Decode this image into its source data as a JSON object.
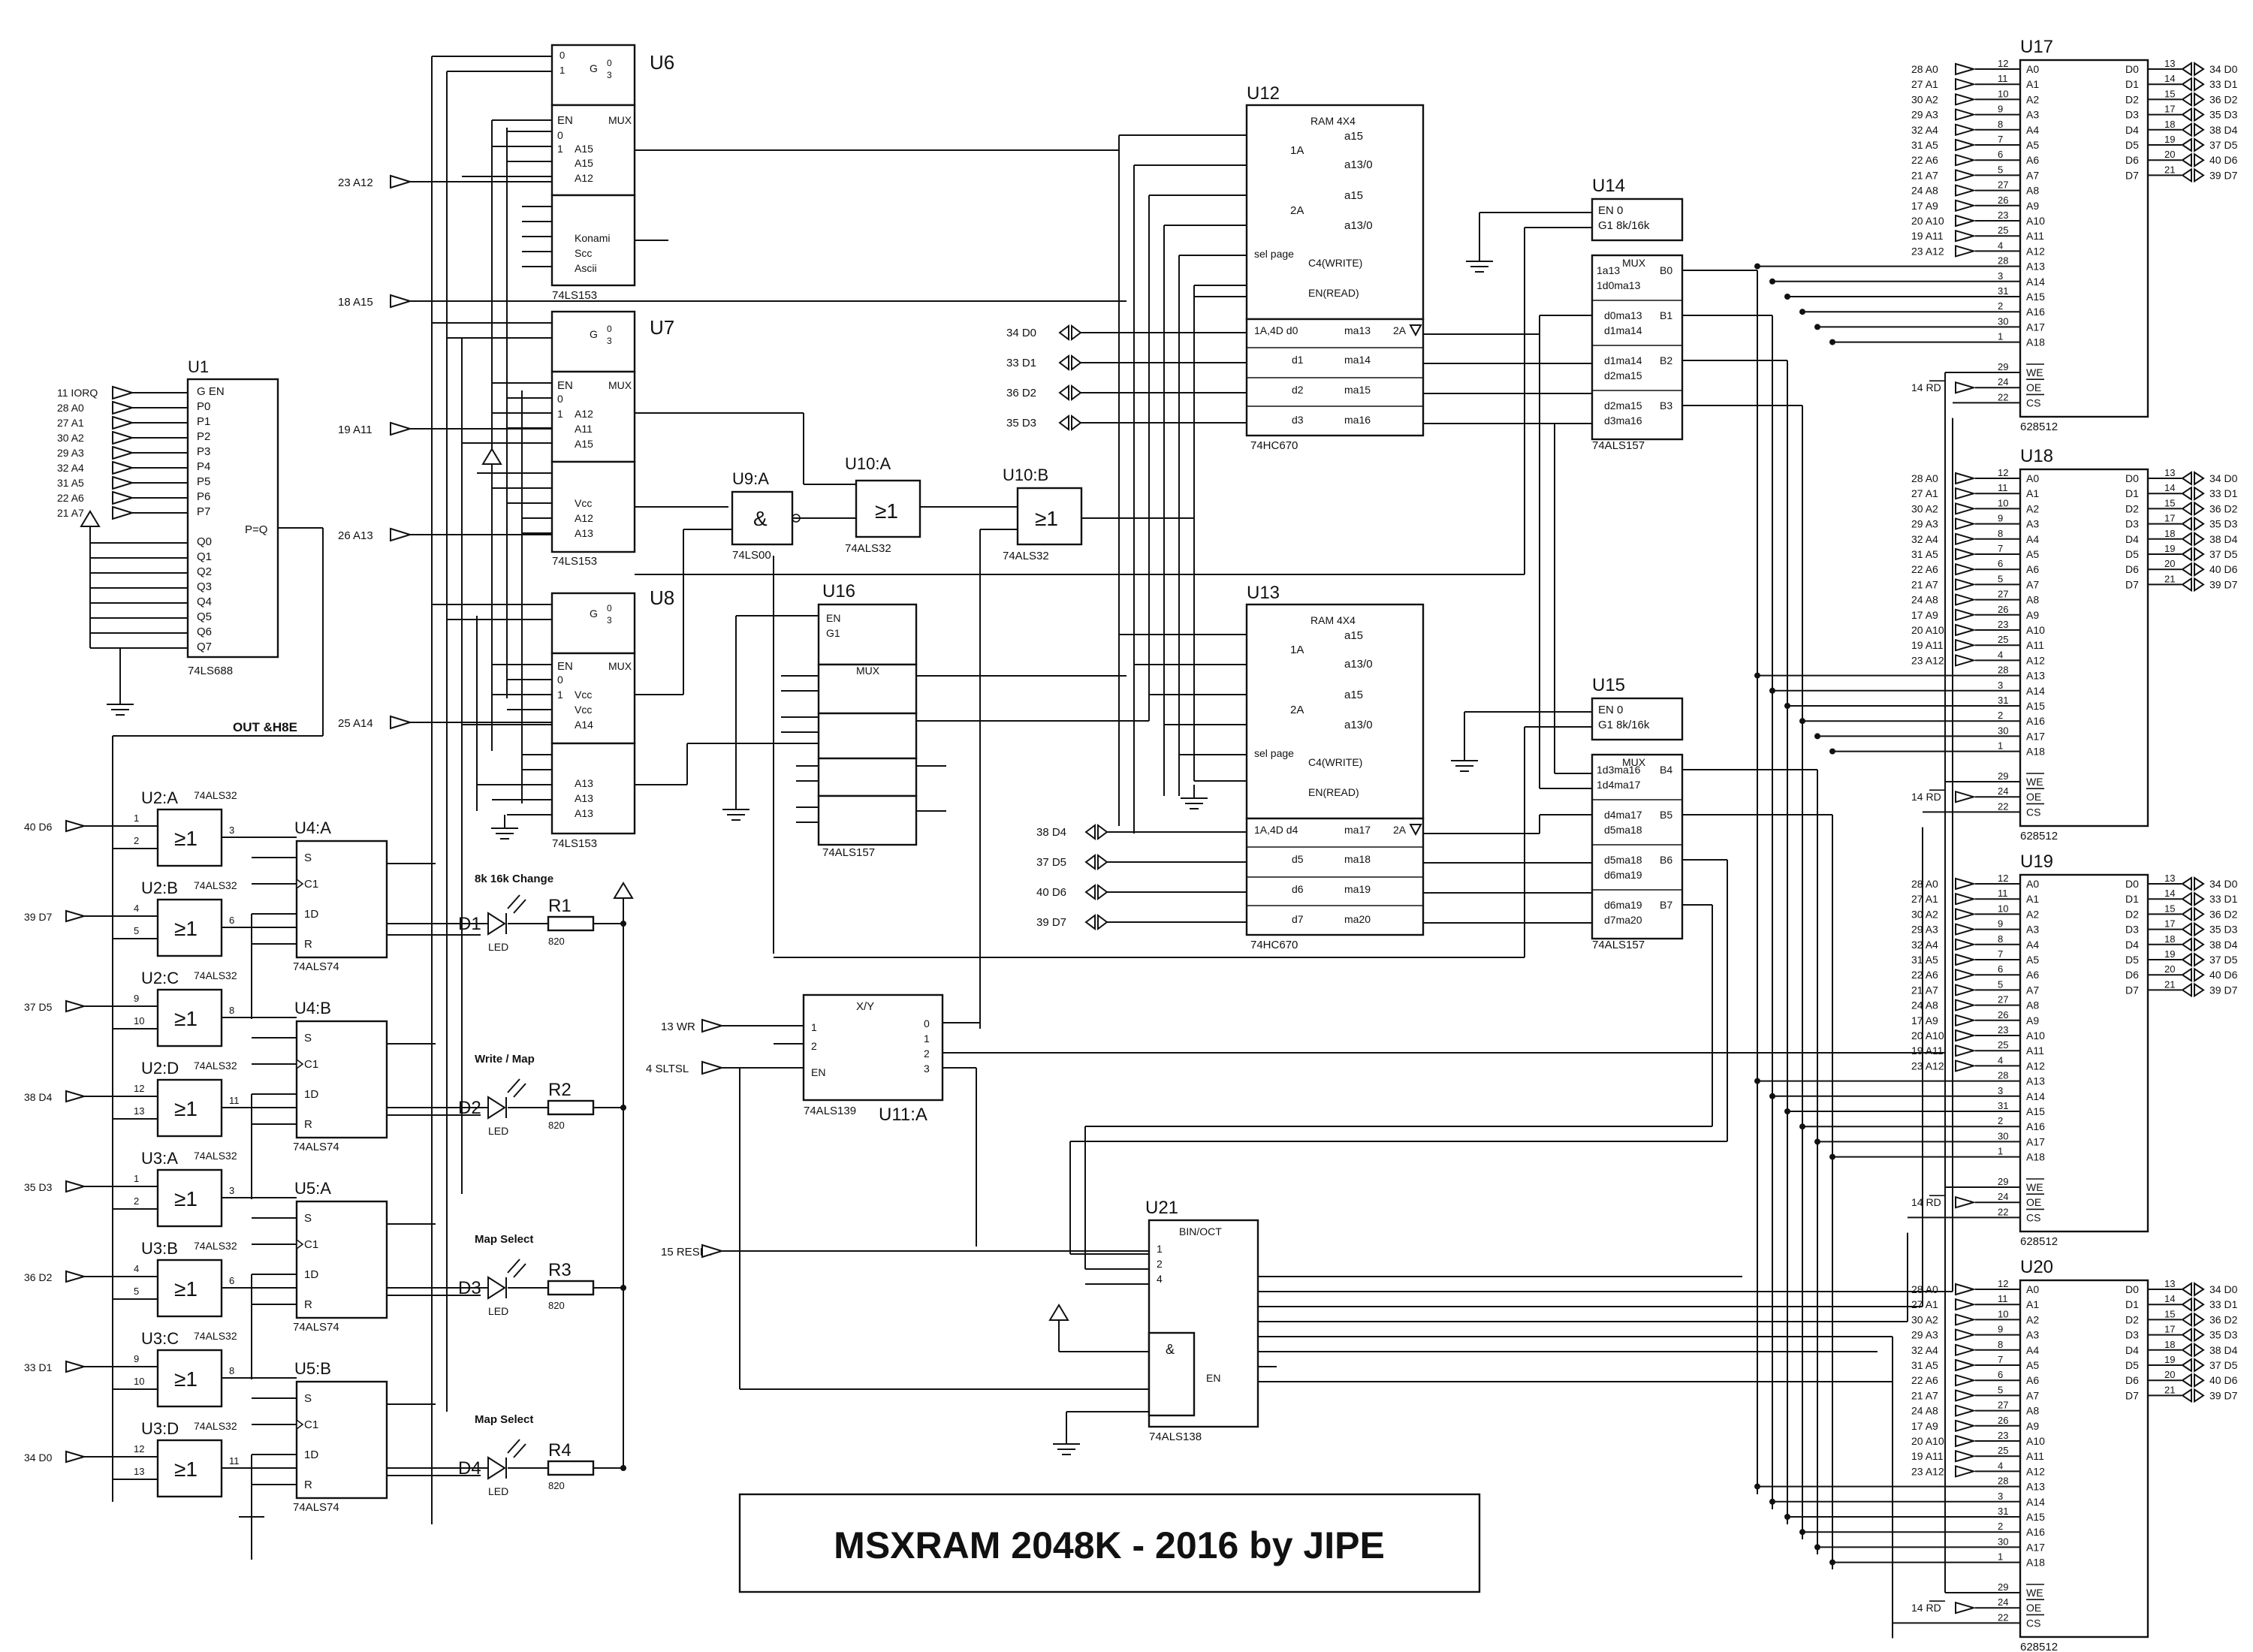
{
  "title": "MSXRAM 2048K - 2016 by JIPE",
  "chips": {
    "U1": {
      "ref": "U1",
      "type": "74LS688",
      "pins_left": [
        "G EN",
        "P0",
        "P1",
        "P2",
        "P3",
        "P4",
        "P5",
        "P6",
        "P7",
        "Q0",
        "Q1",
        "Q2",
        "Q3",
        "Q4",
        "Q5",
        "Q6",
        "Q7"
      ],
      "out": "P=Q"
    },
    "U6": {
      "ref": "U6",
      "type": "74LS153",
      "inner": [
        "EN",
        "MUX",
        "0",
        "1",
        "A15",
        "A15",
        "A12",
        "Konami",
        "Scc",
        "Ascii"
      ]
    },
    "U7": {
      "ref": "U7",
      "type": "74LS153",
      "inner": [
        "EN",
        "MUX",
        "0",
        "1",
        "A12",
        "A11",
        "A15",
        "Vcc",
        "A12",
        "A13"
      ]
    },
    "U8": {
      "ref": "U8",
      "type": "74LS153",
      "inner": [
        "EN",
        "MUX",
        "0",
        "1",
        "Vcc",
        "Vcc",
        "A14",
        "A13",
        "A13",
        "A13"
      ]
    },
    "U9A": {
      "ref": "U9:A",
      "type": "74LS00",
      "sym": "&"
    },
    "U10A": {
      "ref": "U10:A",
      "type": "74ALS32",
      "sym": "≥1"
    },
    "U10B": {
      "ref": "U10:B",
      "type": "74ALS32",
      "sym": "≥1"
    },
    "U11A": {
      "ref": "U11:A",
      "type": "74ALS139",
      "sym": "X/Y",
      "ins": [
        "1",
        "2",
        "EN"
      ],
      "outs": [
        "0",
        "1",
        "2",
        "3"
      ]
    },
    "U12": {
      "ref": "U12",
      "type": "74HC670",
      "head": "RAM 4X4",
      "rows": [
        "1A,4D d0",
        "d1",
        "d2",
        "d3"
      ],
      "outs": [
        "ma13",
        "ma14",
        "ma15",
        "ma16"
      ],
      "ctrl": [
        "sel page",
        "C4(WRITE)",
        "EN(READ)"
      ]
    },
    "U13": {
      "ref": "U13",
      "type": "74HC670",
      "head": "RAM 4X4",
      "rows": [
        "1A,4D d4",
        "d5",
        "d6",
        "d7"
      ],
      "outs": [
        "ma17",
        "ma18",
        "ma19",
        "ma20"
      ],
      "ctrl": [
        "sel page",
        "C4(WRITE)",
        "EN(READ)"
      ]
    },
    "U14": {
      "ref": "U14",
      "type": "74ALS157",
      "head": [
        "EN 0",
        "G1 8k/16k",
        "MUX"
      ],
      "rows": [
        "1a13",
        "1d0ma13",
        "d0ma13",
        "d1ma14",
        "d1ma14",
        "d2ma15",
        "d2ma15",
        "d3ma16"
      ],
      "outs": [
        "B0",
        "B1",
        "B2",
        "B3"
      ]
    },
    "U15": {
      "ref": "U15",
      "type": "74ALS157",
      "head": [
        "EN 0",
        "G1 8k/16k",
        "MUX"
      ],
      "rows": [
        "1d3ma16",
        "1d4ma17",
        "d4ma17",
        "d5ma18",
        "d5ma18",
        "d6ma19",
        "d6ma19",
        "d7ma20"
      ],
      "outs": [
        "B4",
        "B5",
        "B6",
        "B7"
      ]
    },
    "U16": {
      "ref": "U16",
      "type": "74ALS157",
      "head": [
        "EN",
        "G1",
        "MUX"
      ]
    },
    "U21": {
      "ref": "U21",
      "type": "74ALS138",
      "head": "BIN/OCT",
      "sym": "&",
      "en": "EN"
    },
    "RAM": [
      {
        "ref": "U17",
        "type": "628512"
      },
      {
        "ref": "U18",
        "type": "628512"
      },
      {
        "ref": "U19",
        "type": "628512"
      },
      {
        "ref": "U20",
        "type": "628512"
      }
    ],
    "ram_left": [
      "A0",
      "A1",
      "A2",
      "A3",
      "A4",
      "A5",
      "A6",
      "A7",
      "A8",
      "A9",
      "A10",
      "A11",
      "A12",
      "A13",
      "A14",
      "A15",
      "A16",
      "A17",
      "A18",
      "WE",
      "OE",
      "CS"
    ],
    "ram_left_pins": [
      "12",
      "11",
      "10",
      "9",
      "8",
      "7",
      "6",
      "5",
      "27",
      "26",
      "23",
      "25",
      "4",
      "28",
      "3",
      "31",
      "2",
      "30",
      "1",
      "",
      "29",
      "24",
      "22"
    ],
    "ram_right": [
      "D0",
      "D1",
      "D2",
      "D3",
      "D4",
      "D5",
      "D6",
      "D7"
    ],
    "ram_right_pins": [
      "13",
      "14",
      "15",
      "17",
      "18",
      "19",
      "20",
      "21"
    ],
    "ram_bus_in": [
      "28 A0",
      "27 A1",
      "30 A2",
      "29 A3",
      "32 A4",
      "31 A5",
      "22 A6",
      "21 A7",
      "24 A8",
      "17 A9",
      "20 A10",
      "19 A11",
      "23 A12"
    ],
    "ram_bus_out": [
      "34 D0",
      "33 D1",
      "36 D2",
      "35 D3",
      "38 D4",
      "37 D5",
      "40 D6",
      "39 D7"
    ],
    "ram_rd": "14 RD"
  },
  "left_gates": [
    {
      "ref": "U2:A",
      "type": "74ALS32",
      "in": "40 D6",
      "pins": [
        "1",
        "2",
        "3"
      ]
    },
    {
      "ref": "U2:B",
      "type": "74ALS32",
      "in": "39 D7",
      "pins": [
        "4",
        "5",
        "6"
      ]
    },
    {
      "ref": "U2:C",
      "type": "74ALS32",
      "in": "37 D5",
      "pins": [
        "9",
        "10",
        "8"
      ]
    },
    {
      "ref": "U2:D",
      "type": "74ALS32",
      "in": "38 D4",
      "pins": [
        "12",
        "13",
        "11"
      ]
    },
    {
      "ref": "U3:A",
      "type": "74ALS32",
      "in": "35 D3",
      "pins": [
        "1",
        "2",
        "3"
      ]
    },
    {
      "ref": "U3:B",
      "type": "74ALS32",
      "in": "36 D2",
      "pins": [
        "4",
        "5",
        "6"
      ]
    },
    {
      "ref": "U3:C",
      "type": "74ALS32",
      "in": "33 D1",
      "pins": [
        "9",
        "10",
        "8"
      ]
    },
    {
      "ref": "U3:D",
      "type": "74ALS32",
      "in": "34 D0",
      "pins": [
        "12",
        "13",
        "11"
      ]
    }
  ],
  "flipflops": [
    {
      "ref": "U4:A",
      "type": "74ALS74"
    },
    {
      "ref": "U4:B",
      "type": "74ALS74"
    },
    {
      "ref": "U5:A",
      "type": "74ALS74"
    },
    {
      "ref": "U5:B",
      "type": "74ALS74"
    }
  ],
  "ff_pins": [
    "S",
    "C1",
    "1D",
    "R"
  ],
  "leds": [
    {
      "caption": "8k 16k Change",
      "ref": "D1",
      "kind": "LED",
      "res": "R1",
      "val": "820"
    },
    {
      "caption": "Write / Map",
      "ref": "D2",
      "kind": "LED",
      "res": "R2",
      "val": "820"
    },
    {
      "caption": "Map Select",
      "ref": "D3",
      "kind": "LED",
      "res": "R3",
      "val": "820"
    },
    {
      "caption": "Map Select",
      "ref": "D4",
      "kind": "LED",
      "res": "R4",
      "val": "820"
    }
  ],
  "signals": {
    "u1_inputs": [
      "11 IORQ",
      "28 A0",
      "27 A1",
      "30 A2",
      "29 A3",
      "32 A4",
      "31 A5",
      "22 A6",
      "21 A7"
    ],
    "u1_label": "OUT &H8E",
    "a12": "23 A12",
    "a15": "18 A15",
    "a11": "19 A11",
    "a13": "26 A13",
    "a14": "25 A14",
    "u12_d": [
      "34 D0",
      "33 D1",
      "36 D2",
      "35 D3"
    ],
    "u13_d": [
      "38 D4",
      "37 D5",
      "40 D6",
      "39 D7"
    ],
    "wr": "13 WR",
    "sltsl": "4 SLTSL",
    "reset": "15 RESET"
  }
}
